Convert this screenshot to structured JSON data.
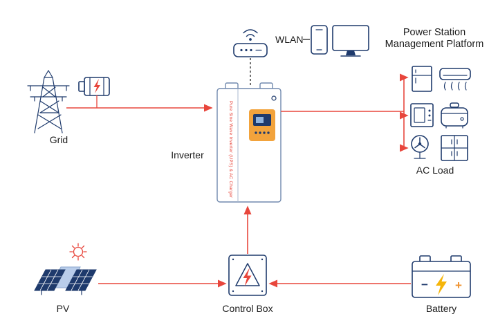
{
  "title": "Power Station System Diagram",
  "colors": {
    "navy": "#1e3a6c",
    "red": "#e8463c",
    "orange_panel": "#f2a33c",
    "bolt_yellow": "#f5b50a",
    "plus_orange": "#f0922f",
    "panel_lightblue": "#b9cdea",
    "text_dark": "#1c1c1c",
    "background": "#ffffff"
  },
  "labels": {
    "grid": "Grid",
    "inverter": "Inverter",
    "inverter_side": "Pure Sine Wave Inverter (UPS) & AC Charger",
    "wlan": "WLAN",
    "platform_line1": "Power Station",
    "platform_line2": "Management Platform",
    "ac_load": "AC Load",
    "pv": "PV",
    "control_box": "Control Box",
    "battery": "Battery",
    "battery_minus": "−",
    "battery_plus": "+"
  },
  "icons": {
    "grid-tower-icon": "transmission pylon line drawing",
    "generator-icon": "small motor with red bolt",
    "wifi-icon": "two arcs with dot",
    "router-icon": "rounded box with dots",
    "smartphone-icon": "rounded rect phone outline",
    "monitor-icon": "screen with stand",
    "inverter-unit-icon": "wall inverter with orange display",
    "fridge-icon": "refrigerator outline",
    "air-conditioner-icon": "split AC with airflow waves",
    "oven-icon": "microwave oven with window and knobs",
    "rice-cooker-icon": "cooker with lid handle",
    "fan-icon": "standing fan",
    "cabinet-fridge-icon": "double-door appliance",
    "sun-icon": "red sun with rays",
    "solar-panel-icon": "tilted PV panels",
    "control-box-icon": "box with warning triangle lightning",
    "battery-icon": "battery with terminals, minus bolt plus"
  },
  "connections": [
    {
      "from": "grid",
      "to": "inverter",
      "style": "red-arrow"
    },
    {
      "from": "inverter",
      "to": "ac-load",
      "style": "red-arrow-branching"
    },
    {
      "from": "pv",
      "to": "control-box",
      "style": "red-arrow"
    },
    {
      "from": "battery",
      "to": "control-box",
      "style": "red-arrow"
    },
    {
      "from": "control-box",
      "to": "inverter",
      "style": "red-arrow"
    },
    {
      "from": "router",
      "to": "inverter",
      "style": "black-dashed"
    },
    {
      "from": "wlan",
      "to": "management-platform",
      "style": "black-line"
    }
  ]
}
